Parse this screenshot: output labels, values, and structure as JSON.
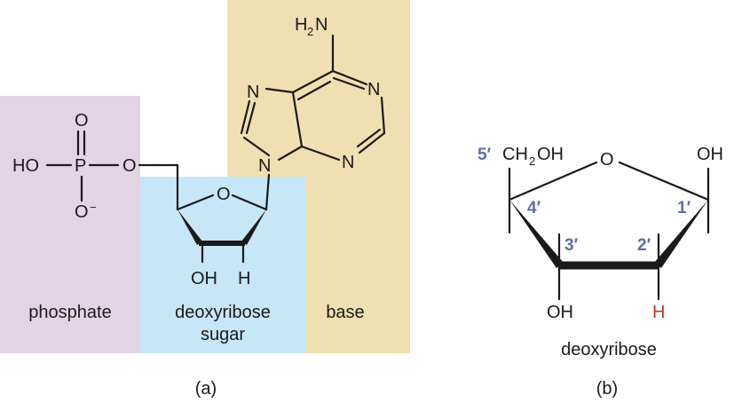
{
  "colors": {
    "phosphate_region": "#e3d4e5",
    "sugar_region": "#c7e6f8",
    "base_region": "#f0dfb0",
    "prime_labels": "#5b6fa6",
    "highlight_h": "#c0392b"
  },
  "panel_a": {
    "caption": "(a)",
    "regions": {
      "phosphate": "phosphate",
      "sugar_line1": "deoxyribose",
      "sugar_line2": "sugar",
      "base": "base"
    },
    "phosphate_atoms": {
      "ho": "HO",
      "p": "P",
      "o_top": "O",
      "o_minus": "O",
      "minus": "−",
      "o_link": "O"
    },
    "sugar_atoms": {
      "ring_o": "O",
      "oh": "OH",
      "h": "H"
    },
    "base_atoms": {
      "amine_h": "H",
      "amine_sub": "2",
      "amine_n": "N",
      "n1": "N",
      "n3": "N",
      "n7": "N",
      "n9": "N"
    }
  },
  "panel_b": {
    "caption": "(b)",
    "title": "deoxyribose",
    "ch2oh": {
      "ch": "CH",
      "sub": "2",
      "oh": "OH"
    },
    "ring_o": "O",
    "oh_right": "OH",
    "oh_bottom": "OH",
    "h_bottom": "H",
    "primes": {
      "p5": "5′",
      "p4": "4′",
      "p3": "3′",
      "p2": "2′",
      "p1": "1′"
    }
  }
}
